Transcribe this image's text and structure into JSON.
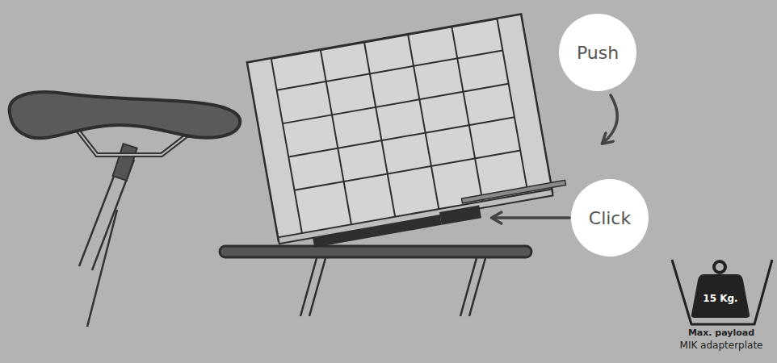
{
  "diagram": {
    "nodes": [
      {
        "text": [
          "Push"
        ]
      },
      {
        "text": [
          "Click"
        ]
      },
      {
        "text": [
          "15 Kg."
        ]
      }
    ],
    "labels": [
      "Max. payload",
      "MIK adapterplate"
    ]
  }
}
